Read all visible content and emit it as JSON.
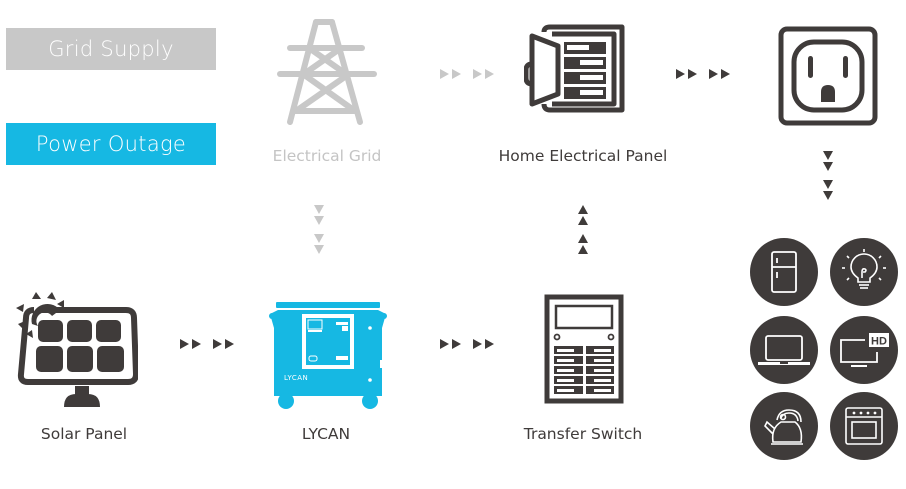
{
  "legend": {
    "grid_supply": "Grid Supply",
    "power_outage": "Power Outage",
    "grid_color": "#c8c8c8",
    "outage_color": "#16b8e3"
  },
  "nodes": {
    "electrical_grid": "Electrical Grid",
    "home_panel": "Home Electrical Panel",
    "outlet": "Outlet",
    "solar_panel": "Solar Panel",
    "lycan": "LYCAN",
    "lycan_brand": "LYCAN",
    "transfer_switch": "Transfer Switch"
  },
  "appliances": [
    {
      "name": "refrigerator",
      "icon": "fridge-icon"
    },
    {
      "name": "light-bulb",
      "icon": "lightbulb-icon"
    },
    {
      "name": "laptop",
      "icon": "laptop-icon"
    },
    {
      "name": "hd-tv",
      "icon": "tv-icon",
      "badge": "HD"
    },
    {
      "name": "kettle",
      "icon": "kettle-icon"
    },
    {
      "name": "oven",
      "icon": "oven-icon"
    }
  ],
  "colors": {
    "dark": "#3f3b3a",
    "grid_grey": "#c8c8c8",
    "lycan_blue": "#16b8e3"
  }
}
